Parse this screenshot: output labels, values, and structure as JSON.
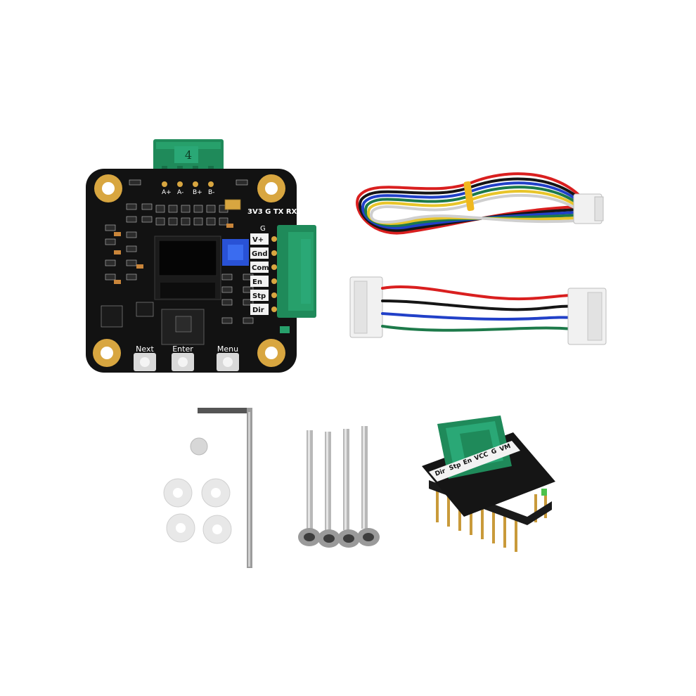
{
  "image": {
    "items": [
      "stepper-driver-board",
      "6-pin-color-cable",
      "4-pin-color-cable",
      "washers",
      "hex-key",
      "long-screws",
      "adapter-module"
    ]
  },
  "board": {
    "top_connector_number": "4",
    "motor_pins": [
      "A+",
      "A-",
      "B+",
      "B-"
    ],
    "uart_label": "3V3  G  TX  RX",
    "g_label": "G",
    "side_pins": [
      "V+",
      "Gnd",
      "Com",
      "En",
      "Stp",
      "Dir"
    ],
    "buttons": [
      "Next",
      "Enter",
      "Menu"
    ]
  },
  "adapter": {
    "pins": [
      "Dir",
      "Stp",
      "En",
      "VCC",
      "G",
      "VM"
    ]
  },
  "colors": {
    "pcb": "#121212",
    "connector": "#1f8a5a",
    "gold": "#d8a640",
    "oled": "#0a0a0a",
    "pot": "#2952d6",
    "wire_red": "#d91f1f",
    "wire_blue": "#2140c8",
    "wire_green": "#1d7a4a",
    "wire_black": "#151515",
    "wire_yellow": "#e8c52a",
    "wire_white": "#eeeeee"
  }
}
